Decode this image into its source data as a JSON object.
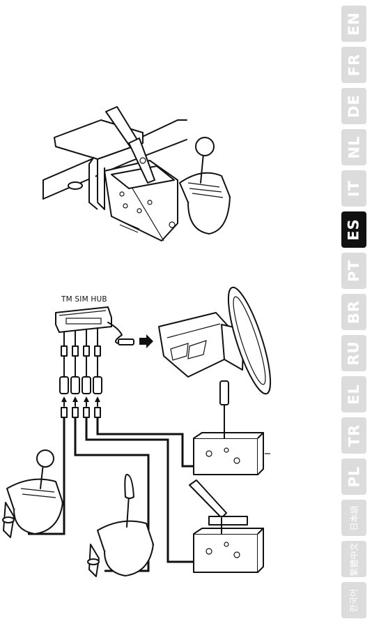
{
  "languages": [
    {
      "code": "EN",
      "active": false
    },
    {
      "code": "FR",
      "active": false
    },
    {
      "code": "DE",
      "active": false
    },
    {
      "code": "NL",
      "active": false
    },
    {
      "code": "IT",
      "active": false
    },
    {
      "code": "ES",
      "active": true
    },
    {
      "code": "PT",
      "active": false
    },
    {
      "code": "BR",
      "active": false
    },
    {
      "code": "RU",
      "active": false
    },
    {
      "code": "EL",
      "active": false
    },
    {
      "code": "TR",
      "active": false
    },
    {
      "code": "PL",
      "active": false
    },
    {
      "code": "日本語",
      "active": false
    },
    {
      "code": "繁體中文",
      "active": false
    },
    {
      "code": "한국어",
      "active": false
    }
  ],
  "diagram": {
    "hub_label": "TM SIM HUB"
  },
  "colors": {
    "tab_inactive": "#dcdcdc",
    "tab_active": "#111111",
    "tab_text": "#ffffff",
    "line": "#111111"
  }
}
